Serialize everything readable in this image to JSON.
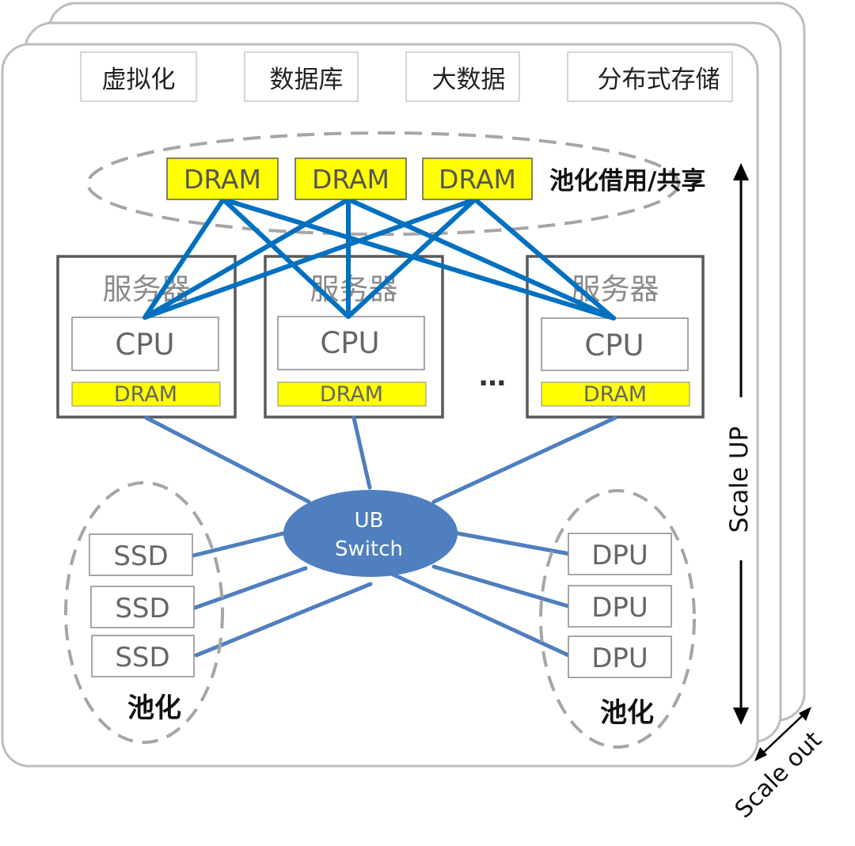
{
  "apps": [
    "虚拟化",
    "数据库",
    "大数据",
    "分布式存储"
  ],
  "pool_dram": [
    "DRAM",
    "DRAM",
    "DRAM"
  ],
  "pool_label": "池化借用/共享",
  "servers": [
    {
      "title": "服务器",
      "cpu": "CPU",
      "dram": "DRAM"
    },
    {
      "title": "服务器",
      "cpu": "CPU",
      "dram": "DRAM"
    },
    {
      "title": "服务器",
      "cpu": "CPU",
      "dram": "DRAM"
    }
  ],
  "ellipsis": "…",
  "switch": {
    "line1": "UB",
    "line2": "Switch"
  },
  "ssds": [
    "SSD",
    "SSD",
    "SSD"
  ],
  "dpus": [
    "DPU",
    "DPU",
    "DPU"
  ],
  "ssd_pool_label": "池化",
  "dpu_pool_label": "池化",
  "scale_up_label": "Scale UP",
  "scale_out_label": "Scale out",
  "colors": {
    "link_blue": "#0070C0",
    "bus_blue": "#4F7FBF",
    "dram_yellow": "#FFFF00",
    "switch_fill": "#4F7FBF"
  }
}
